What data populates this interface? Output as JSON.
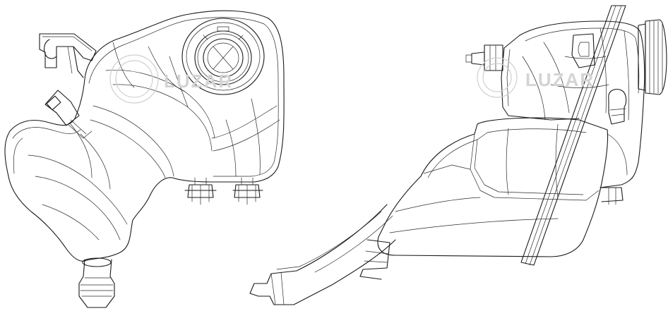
{
  "image": {
    "description_kind": "technical line drawing",
    "line_color": "#1a1a1a",
    "background_color": "#ffffff",
    "watermark_color": "#cfcfcf"
  },
  "watermark": {
    "text": "LUZAR",
    "icon": "bear-logo-icon"
  },
  "views": [
    {
      "id": "front-view",
      "icon": "expansion-tank-front-icon"
    },
    {
      "id": "side-view",
      "icon": "expansion-tank-side-icon"
    }
  ]
}
